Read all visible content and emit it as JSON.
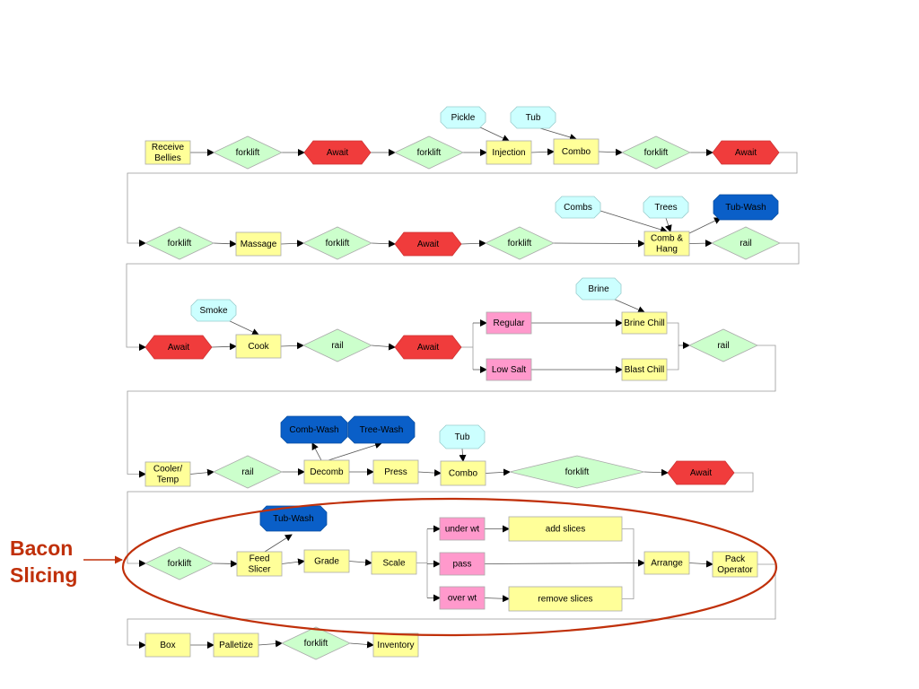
{
  "diagram": {
    "colors": {
      "process": "#ffff99",
      "transport": "#ccffcc",
      "wait": "#f03c3c",
      "material": "#ccffff",
      "wash": "#0a5fc8",
      "branch": "#ff99cc",
      "annotation": "#c0300a"
    },
    "nodes": {
      "receive_bellies": [
        "Receive",
        "Bellies"
      ],
      "r1_forklift1": "forklift",
      "r1_await1": "Await",
      "r1_forklift2": "forklift",
      "injection": "Injection",
      "pickle": "Pickle",
      "r1_tub": "Tub",
      "r1_combo": "Combo",
      "r1_forklift3": "forklift",
      "r1_await2": "Await",
      "r2_forklift1": "forklift",
      "massage": "Massage",
      "r2_forklift2": "forklift",
      "r2_await": "Await",
      "r2_forklift3": "forklift",
      "combs": "Combs",
      "trees": "Trees",
      "tub_wash_1": "Tub-Wash",
      "comb_hang": [
        "Comb &",
        "Hang"
      ],
      "r2_rail": "rail",
      "r3_await1": "Await",
      "smoke": "Smoke",
      "cook": "Cook",
      "r3_rail1": "rail",
      "r3_await2": "Await",
      "regular": "Regular",
      "low_salt": "Low Salt",
      "brine": "Brine",
      "brine_chill": "Brine Chill",
      "blast_chill": "Blast Chill",
      "r3_rail2": "rail",
      "cooler_temp": [
        "Cooler/",
        "Temp"
      ],
      "r4_rail": "rail",
      "decomb": "Decomb",
      "comb_wash": "Comb-Wash",
      "tree_wash": "Tree-Wash",
      "press": "Press",
      "r4_tub": "Tub",
      "r4_combo": "Combo",
      "r4_forklift": "forklift",
      "r4_await": "Await",
      "r5_forklift": "forklift",
      "feed_slicer": [
        "Feed",
        "Slicer"
      ],
      "tub_wash_2": "Tub-Wash",
      "grade": "Grade",
      "scale": "Scale",
      "under_wt": "under wt",
      "pass": "pass",
      "over_wt": "over wt",
      "add_slices": "add slices",
      "remove_slices": "remove slices",
      "arrange": "Arrange",
      "pack_operator": [
        "Pack",
        "Operator"
      ],
      "box": "Box",
      "palletize": "Palletize",
      "r6_forklift": "forklift",
      "inventory": "Inventory"
    },
    "annotation": [
      "Bacon",
      "Slicing"
    ]
  }
}
